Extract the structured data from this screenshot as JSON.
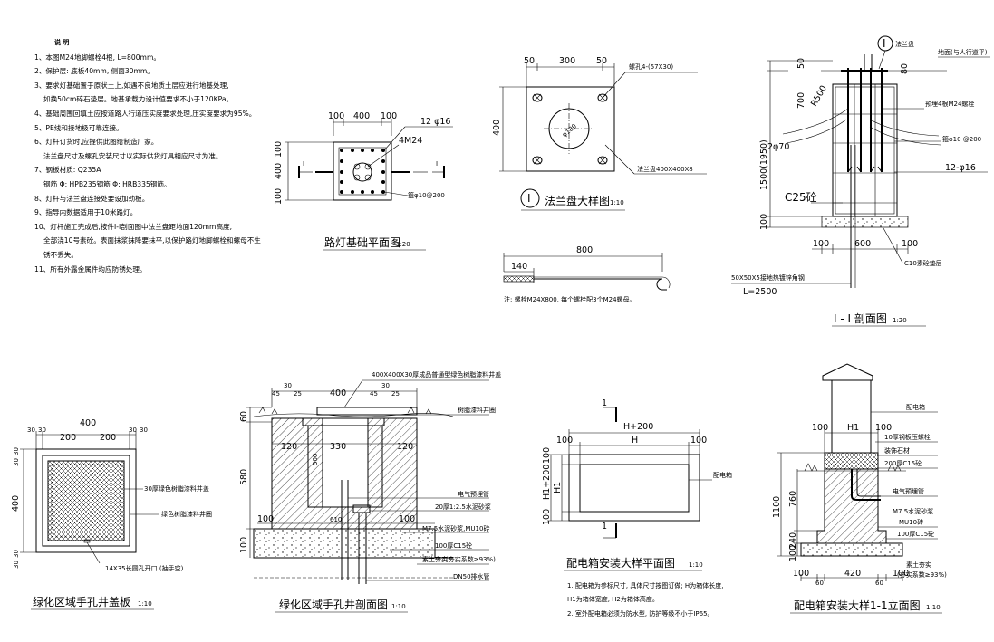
{
  "notes": {
    "heading": "说 明",
    "lines": [
      "1、本图M24地脚螺栓4根, L=800mm。",
      "2、保护层: 底板40mm, 侧面30mm。",
      "3、要求灯基础置于原状土上,如遇不良地质土层应进行地基处理,",
      "   如换50cm碎石垫层。地基承载力设计值要求不小于120KPa。",
      "4、基础周围回填土应按道路人行道压实度要求处理,压实度要求为95%。",
      "5、PE线和接地极可靠连接。",
      "6、灯杆订货时,应提供此图给制造厂家。",
      "   法兰盘尺寸及螺孔安装尺寸以实际供货灯具相应尺寸为准。",
      "7、钢板材质: Q235A",
      "   钢筋 Φ: HPB235钢筋 Φ: HRB335钢筋。",
      "8、灯杆与法兰盘连接处要设加劲板。",
      "9、指导内数据适用于10米路灯。",
      "10、灯杆施工完成后,按件I-I剖面图中法兰盘距地面120mm高度,",
      "   全部浇10号素砼。表面抹浆抹降要抹平,以保护路灯地脚螺栓和螺母不生",
      "   锈不丢失。",
      "11、所有外露金属件均应防锈处理。"
    ]
  },
  "plan": {
    "title": "路灯基础平面图",
    "scale": "1:20",
    "dims_top": [
      "100",
      "400",
      "100"
    ],
    "dims_left": [
      "100",
      "400",
      "100"
    ],
    "rebar": "12 φ16",
    "bolt": "4M24",
    "stirrup": "箍φ10@200",
    "section_mark": "I"
  },
  "flange": {
    "title": "法兰盘大样图",
    "scale": "1:10",
    "circle_label": "I",
    "dims_top": [
      "50",
      "300",
      "50"
    ],
    "dim_left": "400",
    "hole_label": "螺孔4-(57X30)",
    "circle_dim": "φ180",
    "plate_label": "法兰盘400X400X8"
  },
  "bolt": {
    "dim_total": "800",
    "dim_thread": "140",
    "note": "注: 螺栓M24X800, 每个螺栓配3个M24螺母。"
  },
  "section": {
    "title": "I - I 剖面图",
    "scale": "1:20",
    "flange_label": "法兰盘",
    "ground_label": "地面(与人行道平)",
    "bolt_label": "预埋4根M24螺栓",
    "stirrup_label": "箍φ10 @200",
    "rebar_label": "12-φ16",
    "concrete_label": "C25砼",
    "pipe_label": "2φ70",
    "bed_label": "C10素砼垫层",
    "ground_bar_label": "50X50X5接地热镀锌角钢",
    "ground_bar_len": "L=2500",
    "dims_left": [
      "50",
      "700",
      "1500(1950)",
      "100"
    ],
    "dim_r": "R500",
    "dim_top_right": "80",
    "dims_bottom": [
      "100",
      "600",
      "100"
    ]
  },
  "cover": {
    "title": "绿化区域手孔井盖板",
    "scale": "1:10",
    "dims_top": [
      "30",
      "400",
      "30",
      "30",
      "200",
      "200",
      "30"
    ],
    "dims_left": [
      "30",
      "30",
      "400",
      "30",
      "30"
    ],
    "label1": "30厚绿色树脂漆料井盖",
    "label2": "绿色树脂漆料井圈",
    "label3": "14X35长圆孔开口 (抽手空)"
  },
  "well": {
    "title": "绿化区域手孔井剖面图",
    "scale": "1:10",
    "top_label": "400X400X30厚成品普通型绿色树脂漆料井盖",
    "ring_label": "树脂漆料井圈",
    "elec_label": "电气预埋管",
    "mortar_label": "20厚1:2.5水泥砂浆",
    "brick_label": "M7.5水泥砂浆,MU10砖",
    "concrete_label": "100厚C15砼",
    "soil_label": "素土夯实",
    "soil_note": "(夯实系数≥93%)",
    "drain_label": "DN50排水管",
    "dims_top": [
      "45",
      "30",
      "25",
      "400",
      "45",
      "30",
      "25"
    ],
    "dims_inner": [
      "120",
      "330",
      "120"
    ],
    "dims_left": [
      "60",
      "580",
      "100"
    ],
    "dim_500": "500",
    "dim_100": "100",
    "dim_610": "610"
  },
  "boxplan": {
    "title": "配电箱安装大样平面图",
    "scale": "1:10",
    "dim_top_outer": "H+200",
    "dim_top_inner": "H",
    "dim_side_100a": "100",
    "dim_side_100b": "100",
    "dims_left": [
      "100",
      "H1+200",
      "H1",
      "100"
    ],
    "box_label": "配电箱",
    "cut_mark": "1",
    "notes": [
      "1. 配电箱为参标尺寸, 具体尺寸按图订做; H为箱体长度,",
      "   H1为箱体宽度, H2为箱体高度。",
      "2. 室外配电箱必须为防水型, 防护等级不小于IP65。"
    ]
  },
  "elev": {
    "title": "配电箱安装大样1-1立面图",
    "scale": "1:10",
    "box_label": "配电箱",
    "bolt_label": "10厚钢板压螺栓",
    "stone_label": "装饰石材",
    "c15_label": "200厚C15砼",
    "pipe_label": "电气预埋管",
    "mortar_label": "M7.5水泥砂浆",
    "brick_label": "MU10砖",
    "base_label": "100厚C15砼",
    "soil_label": "素土夯实",
    "soil_note": "(夯实系数≥93%)",
    "dims_top": [
      "100",
      "H1",
      "100"
    ],
    "dims_left": [
      "760",
      "1100",
      "240",
      "100"
    ],
    "dims_bottom": [
      "100",
      "60",
      "420",
      "60",
      "100"
    ]
  }
}
